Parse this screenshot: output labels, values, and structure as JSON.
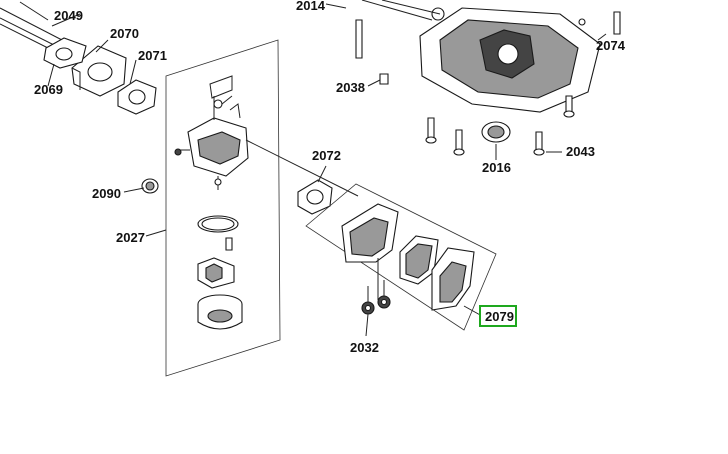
{
  "diagram": {
    "callouts": {
      "c2049": "2049",
      "c2070": "2070",
      "c2069": "2069",
      "c2071": "2071",
      "c2014": "2014",
      "c2074": "2074",
      "c2038": "2038",
      "c2090": "2090",
      "c2072": "2072",
      "c2016": "2016",
      "c2043": "2043",
      "c2027": "2027",
      "c2032": "2032",
      "c2079": "2079"
    },
    "highlight_color": "#1ea81e",
    "selected_part": "2079"
  }
}
